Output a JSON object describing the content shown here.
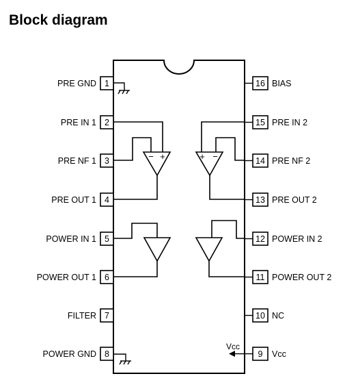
{
  "title": "Block diagram",
  "ic": {
    "left_pins": [
      {
        "number": "1",
        "label": "PRE GND"
      },
      {
        "number": "2",
        "label": "PRE IN 1"
      },
      {
        "number": "3",
        "label": "PRE NF 1"
      },
      {
        "number": "4",
        "label": "PRE OUT 1"
      },
      {
        "number": "5",
        "label": "POWER IN 1"
      },
      {
        "number": "6",
        "label": "POWER OUT 1"
      },
      {
        "number": "7",
        "label": "FILTER"
      },
      {
        "number": "8",
        "label": "POWER GND"
      }
    ],
    "right_pins": [
      {
        "number": "16",
        "label": "BIAS"
      },
      {
        "number": "15",
        "label": "PRE IN 2"
      },
      {
        "number": "14",
        "label": "PRE NF 2"
      },
      {
        "number": "13",
        "label": "PRE OUT 2"
      },
      {
        "number": "12",
        "label": "POWER IN 2"
      },
      {
        "number": "11",
        "label": "POWER OUT 2"
      },
      {
        "number": "10",
        "label": "NC"
      },
      {
        "number": "9",
        "label": "Vcc"
      }
    ],
    "vcc_internal_label": "Vcc",
    "opamp_signs": {
      "minus": "−",
      "plus": "+"
    }
  }
}
